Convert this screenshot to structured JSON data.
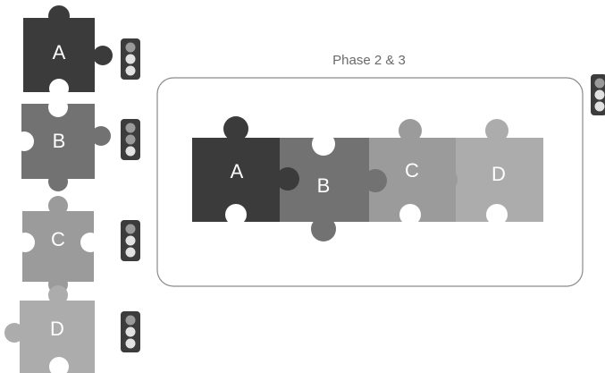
{
  "phase": {
    "title": "Phase 2 & 3"
  },
  "colors": {
    "A": "#3b3b3b",
    "B": "#727272",
    "C": "#9b9b9b",
    "D": "#acacac",
    "frame": "#8a8a8a",
    "signal_body": "#3c3c3c",
    "signal_light": "#9a9a9a",
    "signal_light_off": "#e2e2e2"
  },
  "left_pieces": [
    {
      "label": "A"
    },
    {
      "label": "B"
    },
    {
      "label": "C"
    },
    {
      "label": "D"
    }
  ],
  "assembled_pieces": [
    {
      "label": "A"
    },
    {
      "label": "B"
    },
    {
      "label": "C"
    },
    {
      "label": "D"
    }
  ],
  "traffic_light_icons": [
    {
      "name": "traffic-light-icon-a"
    },
    {
      "name": "traffic-light-icon-b"
    },
    {
      "name": "traffic-light-icon-c"
    },
    {
      "name": "traffic-light-icon-d"
    },
    {
      "name": "traffic-light-icon-phase"
    }
  ]
}
